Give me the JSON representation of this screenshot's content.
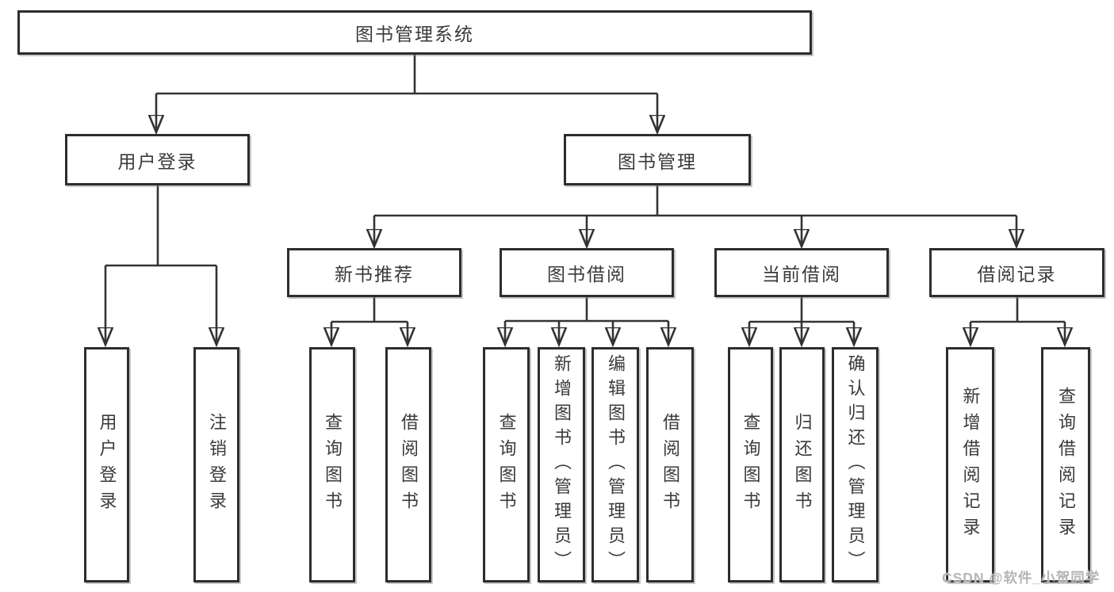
{
  "tree": {
    "root": {
      "label": "图书管理系统",
      "children": [
        {
          "label": "用户登录",
          "children": [
            {
              "label": "用户登录"
            },
            {
              "label": "注销登录"
            }
          ]
        },
        {
          "label": "图书管理",
          "children": [
            {
              "label": "新书推荐",
              "children": [
                {
                  "label": "查询图书"
                },
                {
                  "label": "借阅图书"
                }
              ]
            },
            {
              "label": "图书借阅",
              "children": [
                {
                  "label": "查询图书"
                },
                {
                  "label": "新增图书（管理员）"
                },
                {
                  "label": "编辑图书（管理员）"
                },
                {
                  "label": "借阅图书"
                }
              ]
            },
            {
              "label": "当前借阅",
              "children": [
                {
                  "label": "查询图书"
                },
                {
                  "label": "归还图书"
                },
                {
                  "label": "确认归还（管理员）"
                }
              ]
            },
            {
              "label": "借阅记录",
              "children": [
                {
                  "label": "新增借阅记录"
                },
                {
                  "label": "查询借阅记录"
                }
              ]
            }
          ]
        }
      ]
    }
  },
  "watermark": {
    "text": "CSDN @软件_小贺同学"
  },
  "colors": {
    "line": "#333333",
    "box_border": "#2d2d2d",
    "box_fill": "#ffffff",
    "text": "#3a3a3a",
    "watermark": "#b5b5b5",
    "background": "#ffffff"
  }
}
